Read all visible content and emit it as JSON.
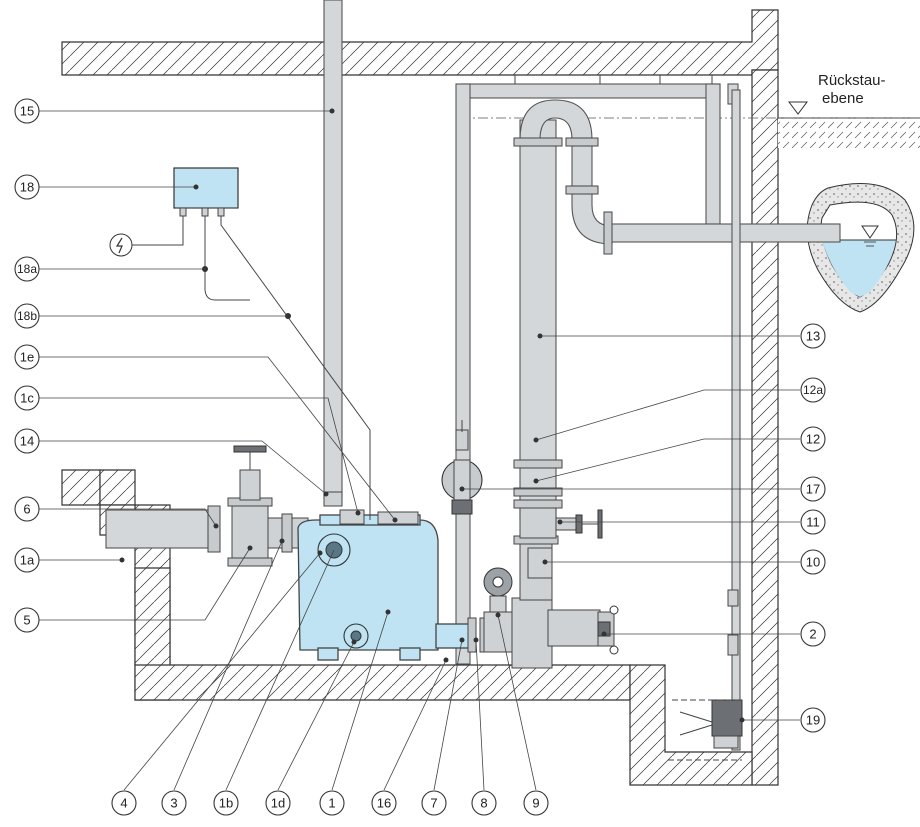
{
  "backwater_label": [
    "Rückstau-",
    "ebene"
  ],
  "callouts": [
    {
      "id": "15",
      "label": "15"
    },
    {
      "id": "18",
      "label": "18"
    },
    {
      "id": "18a",
      "label": "18a"
    },
    {
      "id": "18b",
      "label": "18b"
    },
    {
      "id": "1e",
      "label": "1e"
    },
    {
      "id": "1c",
      "label": "1c"
    },
    {
      "id": "14",
      "label": "14"
    },
    {
      "id": "6",
      "label": "6"
    },
    {
      "id": "1a",
      "label": "1a"
    },
    {
      "id": "5",
      "label": "5"
    },
    {
      "id": "13",
      "label": "13"
    },
    {
      "id": "12a",
      "label": "12a"
    },
    {
      "id": "12",
      "label": "12"
    },
    {
      "id": "17",
      "label": "17"
    },
    {
      "id": "11",
      "label": "11"
    },
    {
      "id": "10",
      "label": "10"
    },
    {
      "id": "2",
      "label": "2"
    },
    {
      "id": "19",
      "label": "19"
    },
    {
      "id": "4",
      "label": "4"
    },
    {
      "id": "3",
      "label": "3"
    },
    {
      "id": "1b",
      "label": "1b"
    },
    {
      "id": "1d",
      "label": "1d"
    },
    {
      "id": "1",
      "label": "1"
    },
    {
      "id": "16",
      "label": "16"
    },
    {
      "id": "7",
      "label": "7"
    },
    {
      "id": "8",
      "label": "8"
    },
    {
      "id": "9",
      "label": "9"
    }
  ],
  "colors": {
    "tank": "#bfe3f3",
    "water": "#bfe3f3",
    "pipe": "#d4d7d9",
    "hatch": "#333333"
  },
  "icons": {
    "power_symbol": "lightning-icon",
    "water_level_symbol": "water-level-triangle-icon"
  }
}
